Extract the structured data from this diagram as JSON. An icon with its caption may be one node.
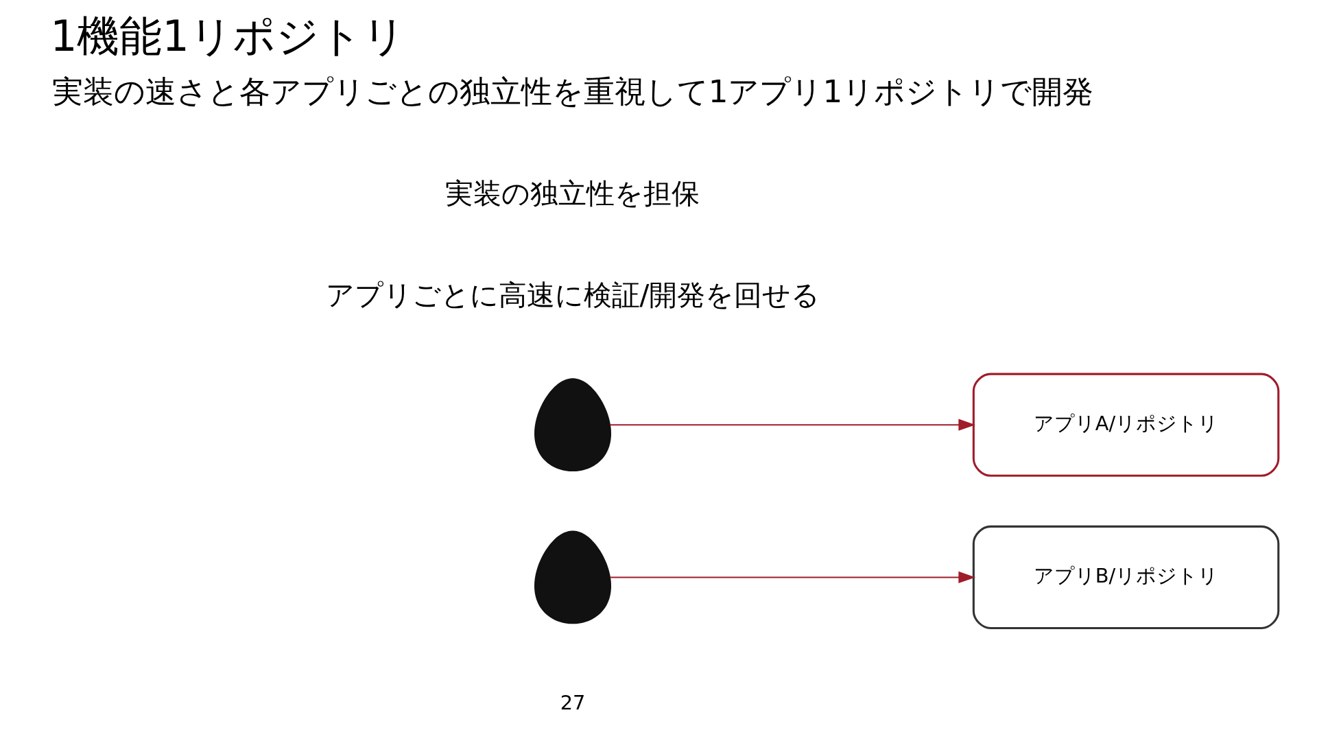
{
  "diagram": {
    "title": "1機能1リポジトリ",
    "nodes": [
      {
        "text": [],
        "shape": "person"
      },
      {
        "text": [
          "アプリA/リポジトリ"
        ]
      },
      {
        "text": [],
        "shape": "person"
      },
      {
        "text": [
          "アプリB/リポジトリ"
        ]
      }
    ],
    "edges": [
      {
        "from": 0,
        "to": 1,
        "arrow": "to"
      },
      {
        "from": 2,
        "to": 3,
        "arrow": "to"
      }
    ],
    "labels": [
      "実装の速さと各アプリごとの独立性を重視して1アプリ1リポジトリで開発",
      "実装の独立性を担保",
      "アプリごとに高速に検証/開発を回せる",
      "27"
    ]
  }
}
